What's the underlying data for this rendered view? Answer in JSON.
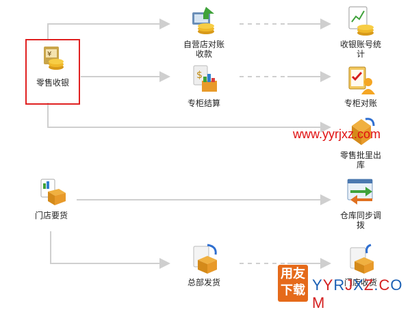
{
  "nodes": {
    "retail_cash": "零售收银",
    "own_store_recon": "自营店对账收款",
    "counter_settle": "专柜结算",
    "cash_account_stats": "收银账号统计",
    "counter_recon": "专柜对账",
    "retail_batch_out": "零售批里出库",
    "store_request": "门店要货",
    "warehouse_sync": "仓库同步调拨",
    "hq_ship": "总部发货",
    "store_receive": "门店收货"
  },
  "watermark": "www.yyrjxz.com",
  "badge": {
    "line1": "用友",
    "line2": "下载"
  },
  "site_logo": "YYRJXZ.COM",
  "colors": {
    "line": "#cfcfcf",
    "highlight": "#e02020",
    "watermark": "#e01010",
    "badge": "#e56a1a",
    "site_blue": "#1a5fb4",
    "site_red": "#d42020"
  }
}
